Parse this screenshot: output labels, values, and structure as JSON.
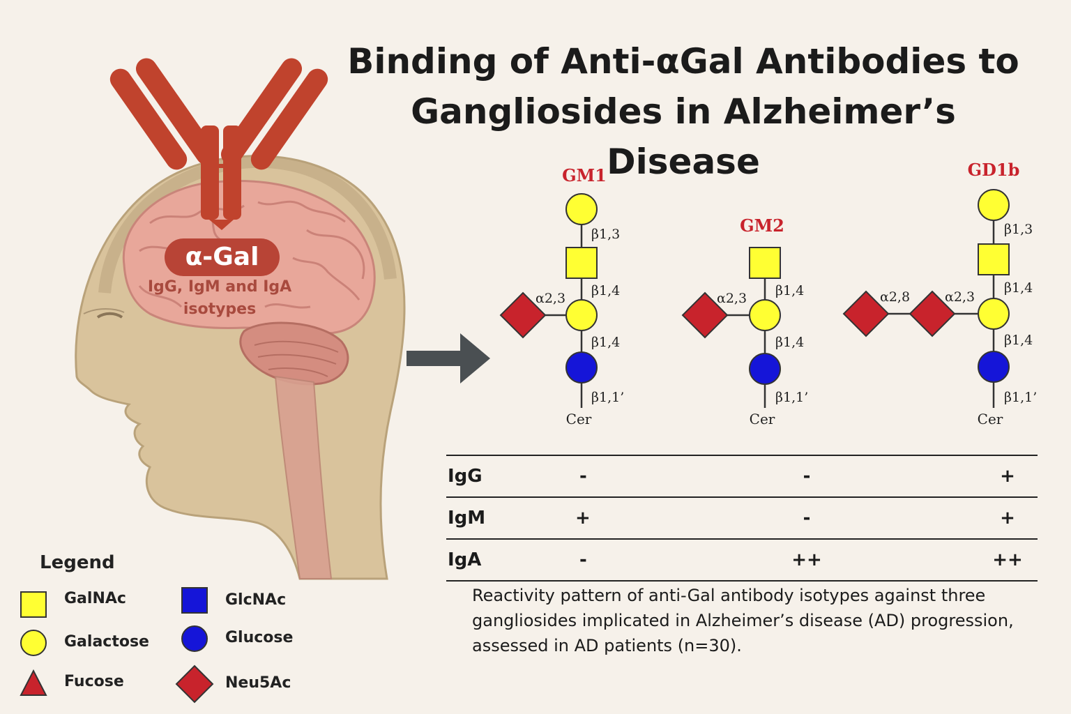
{
  "title": {
    "line1": "Binding of Anti-αGal Antibodies to",
    "line2": "Gangliosides in Alzheimer’s Disease"
  },
  "antibody": {
    "label": "α-Gal",
    "isotypes_line1": "IgG, IgM and IgA",
    "isotypes_line2": "isotypes"
  },
  "gangliosides": [
    {
      "name": "GM1",
      "linkages": [
        "β1,3",
        "β1,4",
        "β1,4",
        "β1,1’"
      ],
      "branch_linkages": [
        "α2,3"
      ],
      "anchor": "Cer"
    },
    {
      "name": "GM2",
      "linkages": [
        "β1,4",
        "β1,4",
        "β1,1’"
      ],
      "branch_linkages": [
        "α2,3"
      ],
      "anchor": "Cer"
    },
    {
      "name": "GD1b",
      "linkages": [
        "β1,3",
        "β1,4",
        "β1,4",
        "β1,1’"
      ],
      "branch_linkages": [
        "α2,8",
        "α2,3"
      ],
      "anchor": "Cer"
    }
  ],
  "reactivity": {
    "rows": [
      {
        "isotype": "IgG",
        "GM1": "-",
        "GM2": "-",
        "GD1b": "+"
      },
      {
        "isotype": "IgM",
        "GM1": "+",
        "GM2": "-",
        "GD1b": "+"
      },
      {
        "isotype": "IgA",
        "GM1": "-",
        "GM2": "++",
        "GD1b": "++"
      }
    ]
  },
  "caption": "Reactivity  pattern  of  anti-Gal  antibody isotypes against three gangliosides implicated in Alzheimer’s disease (AD) progression, assessed in AD patients (n=30).",
  "legend": {
    "title": "Legend",
    "items": [
      {
        "label": "GalNAc",
        "shape": "square",
        "color": "#ffff33"
      },
      {
        "label": "Galactose",
        "shape": "circle",
        "color": "#ffff33"
      },
      {
        "label": "Fucose",
        "shape": "triangle",
        "color": "#c8232c"
      },
      {
        "label": "GlcNAc",
        "shape": "square",
        "color": "#1515d8"
      },
      {
        "label": "Glucose",
        "shape": "circle",
        "color": "#1515d8"
      },
      {
        "label": "Neu5Ac",
        "shape": "diamond",
        "color": "#c8232c"
      }
    ]
  },
  "colors": {
    "antibody": "#c0432d",
    "ganglioside_name": "#c8232c",
    "yellow": "#ffff33",
    "blue": "#1515d8",
    "red": "#c8232c"
  }
}
